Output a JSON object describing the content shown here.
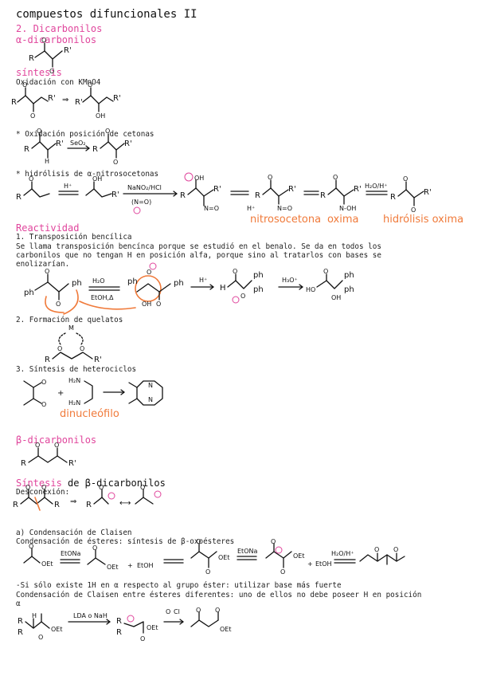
{
  "title": "compuestos difuncionales II",
  "s1": {
    "heading": "2. Dicarbonilos",
    "sub": "α-dicarbonilos",
    "sintesis": "síntesis",
    "ox_label": "Oxidación con KMnO4",
    "ox_pos_label": "* Oxidación posición de cetonas",
    "ox_pos_reagent": "SeO₂",
    "hidro_label": "* hidrólisis de α-nitrosocetonas",
    "hidro_reagent1": "H⁺",
    "hidro_reagent2": "NaNO₂/HCl",
    "hidro_reagent3": "(N=O)",
    "hidro_reagent4": "H₂O/H⁺",
    "nitroso_label": "nitrosocetona",
    "oxima_label": "oxima",
    "hidrolisis_label": "hidrólisis oxima"
  },
  "react": {
    "heading": "Reactividad",
    "p1_title": "1. Transposición bencílica",
    "p1_line1": "Se llama transposición bencínca porque se estudió en el benalo. Se da en todos los",
    "p1_line2": "carbonilos que no tengan H en posición alfa, porque sino al tratarlos con bases se",
    "p1_line3": "enolizarían.",
    "p1_reagent1": "H₂O",
    "p1_reagent2": "EtOH,Δ",
    "p1_reagent3": "H⁺",
    "p1_reagent4": "H₃O⁺",
    "p2_title": "2. Formación de quelatos",
    "p3_title": "3. Síntesis de heterociclos",
    "dinucleofilo": "dinucleófilo"
  },
  "beta": {
    "heading": "β-dicarbonilos",
    "sint_word": "Síntesis",
    "sint_rest": "de β-dicarbonilos",
    "descon": "Desconexión:",
    "a_title": "a) Condensación de Claisen",
    "a_sub": "Condensación de ésteres: síntesis de β-oxoésteres",
    "reagent_etona": "EtONa",
    "reagent_etoh": "EtOH",
    "reagent_h2o": "H₂O/H⁺",
    "note1": "-Si sólo existe 1H en α respecto al grupo éster: utilizar base más fuerte",
    "note2a": " Condensación de Claisen entre ésteres diferentes: uno de ellos no debe poseer H en posición",
    "note2b": "α",
    "reagent_lda": "LDA o NaH"
  }
}
